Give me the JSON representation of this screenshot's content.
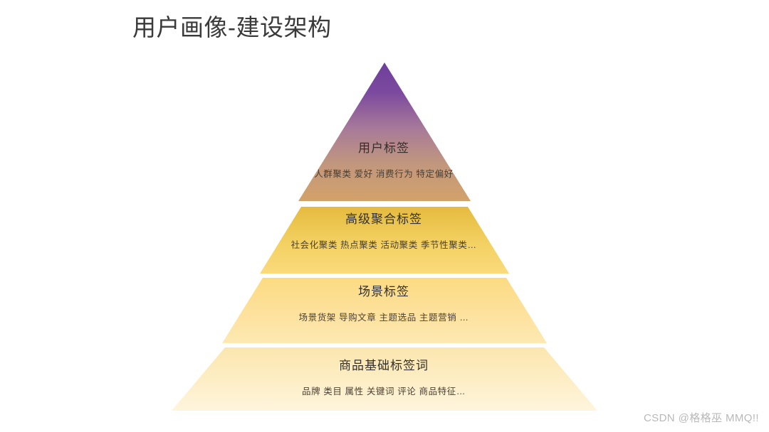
{
  "slide": {
    "title": "用户画像-建设架构",
    "background_color": "#ffffff",
    "title_color": "#3a3a3a"
  },
  "chart_data": {
    "type": "pyramid",
    "title": "用户画像-建设架构",
    "orientation": "apex-top",
    "tier_count": 4,
    "levels": [
      {
        "rank": 1,
        "name": "用户标签",
        "detail": "人群聚类 爱好 消费行为 特定偏好",
        "items": [
          "人群聚类",
          "爱好",
          "消费行为",
          "特定偏好"
        ],
        "fill_top": "#6d3f9c",
        "fill_bottom": "#cfa06a"
      },
      {
        "rank": 2,
        "name": "高级聚合标签",
        "detail": "社会化聚类 热点聚类 活动聚类 季节性聚类…",
        "items": [
          "社会化聚类",
          "热点聚类",
          "活动聚类",
          "季节性聚类…"
        ],
        "fill_top": "#e6bd43",
        "fill_bottom": "#f8d873"
      },
      {
        "rank": 3,
        "name": "场景标签",
        "detail": "场景货架 导购文章 主题选品 主题营销 …",
        "items": [
          "场景货架",
          "导购文章",
          "主题选品",
          "主题营销 …"
        ],
        "fill_top": "#fbdc84",
        "fill_bottom": "#fde7ab"
      },
      {
        "rank": 4,
        "name": "商品基础标签词",
        "detail": "品牌 类目 属性 关键词 评论 商品特征…",
        "items": [
          "品牌",
          "类目",
          "属性",
          "关键词",
          "评论",
          "商品特征…"
        ],
        "fill_top": "#fbe7b3",
        "fill_bottom": "#fdf3d9"
      }
    ]
  },
  "watermark": {
    "text": "CSDN @格格巫 MMQ!!",
    "color": "#b9b9b9"
  }
}
